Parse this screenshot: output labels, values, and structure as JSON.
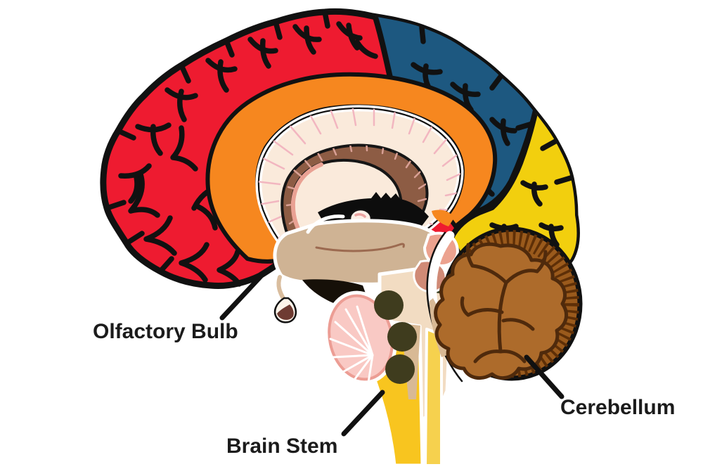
{
  "diagram": {
    "name": "human-brain-sagittal-section",
    "labels": {
      "olfactory_bulb": "Olfactory Bulb",
      "brain_stem": "Brain Stem",
      "cerebellum": "Cerebellum"
    },
    "colors": {
      "frontal_lobe": "#ee1b30",
      "parietal_lobe": "#1d5880",
      "occipital_lobe": "#f2cf0e",
      "cingulate": "#f6871f",
      "cerebellum_outer": "#9a5a1c",
      "cerebellum_stripe": "#5e2f07",
      "cerebellum_inner": "#ad6b2b",
      "brainstem_yellow": "#f8c51f",
      "brainstem_yellow2": "#f6d14e",
      "pons_pink": "#f9c9c4",
      "cream": "#faeadb",
      "corpus_callosum": "#8d5c44",
      "thalamus": "#cfb394",
      "midbrain_peach": "#f2dcc2",
      "outline": "#111111",
      "label_text": "#1b1b1b"
    }
  }
}
